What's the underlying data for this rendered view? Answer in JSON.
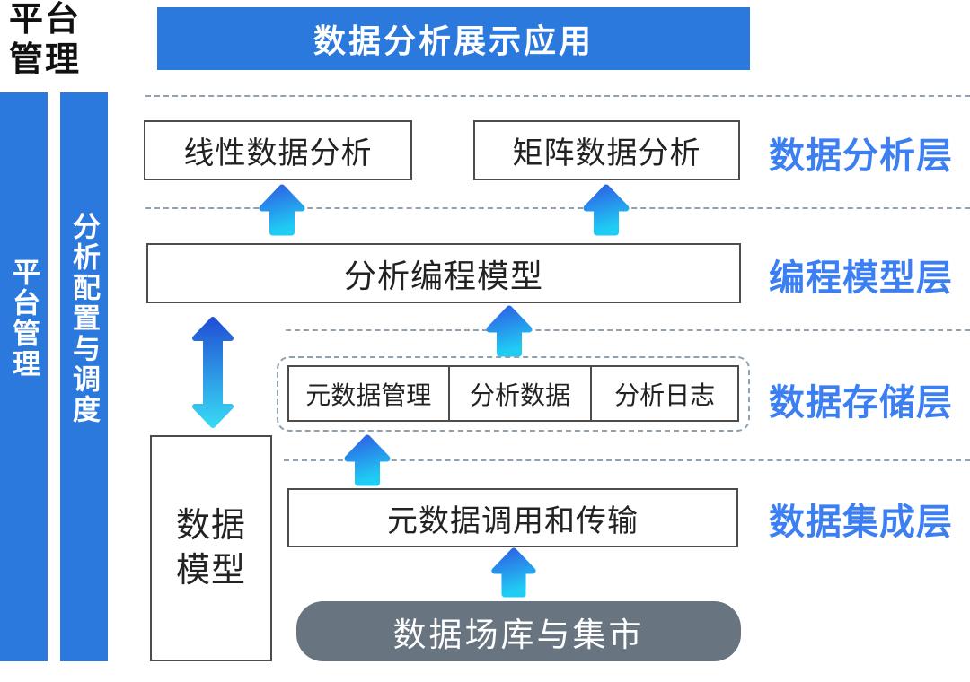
{
  "corner_label": "平台\n管理",
  "banner": {
    "title": "数据分析展示应用"
  },
  "sidebars": [
    {
      "label": "平台管理"
    },
    {
      "label": "分析配置与调度"
    }
  ],
  "analysis_layer": {
    "label": "数据分析层",
    "boxes": [
      {
        "label": "线性数据分析"
      },
      {
        "label": "矩阵数据分析"
      }
    ]
  },
  "programming_layer": {
    "label": "编程模型层",
    "box": "分析编程模型"
  },
  "storage_layer": {
    "label": "数据存储层",
    "cells": [
      "元数据管理",
      "分析数据",
      "分析日志"
    ]
  },
  "integration_layer": {
    "label": "数据集成层",
    "box": "元数据调用和传输"
  },
  "data_model": {
    "label": "数据\n模型"
  },
  "source": {
    "label": "数据场库与集市"
  },
  "icons": {
    "up_arrow": "up-arrow",
    "double_arrow": "double-vertical-arrow"
  },
  "colors": {
    "primary_blue": "#2b79dd",
    "label_blue": "#3b7ff2",
    "arrow_blue": "#2e5fe4",
    "arrow_cyan": "#1fcdf4",
    "double_arrow_blue": "#2150d5",
    "double_arrow_cyan": "#38d9f4",
    "slate_gray": "#68747f",
    "box_border": "#4c4c4c",
    "dash_gray": "#92a1af"
  }
}
